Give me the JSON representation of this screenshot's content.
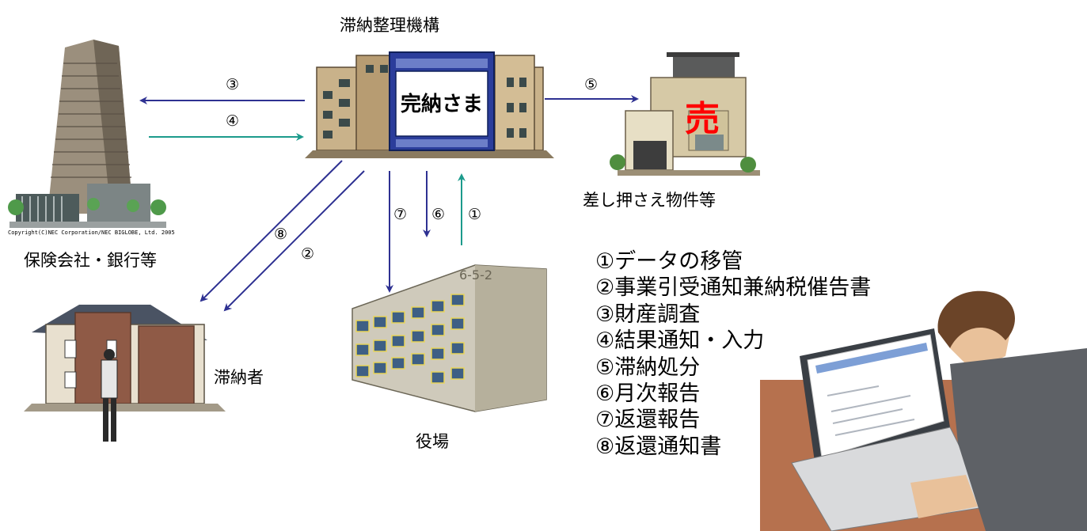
{
  "nodes": {
    "agency": "滞納整理機構",
    "agency_screen": "完納さま",
    "insurance": "保険会社・銀行等",
    "property": "差し押さえ物件等",
    "property_sign": "売",
    "debtor": "滞納者",
    "town_hall": "役場",
    "building_number": "6-5-2"
  },
  "copyright": "Copyright(C)NEC Corporation/NEC BIGLOBE, Ltd. 2005",
  "steps": {
    "s1": "①",
    "s2": "②",
    "s3": "③",
    "s4": "④",
    "s5": "⑤",
    "s6": "⑥",
    "s7": "⑦",
    "s8": "⑧"
  },
  "legend": [
    "①データの移管",
    "②事業引受通知兼納税催告書",
    "③財産調査",
    "④結果通知・入力",
    "⑤滞納処分",
    "⑥月次報告",
    "⑦返還報告",
    "⑧返還通知書"
  ],
  "colors": {
    "navy_arrow": "#2e3192",
    "teal_arrow": "#1c9b8c",
    "sign_red": "#ff0000"
  }
}
